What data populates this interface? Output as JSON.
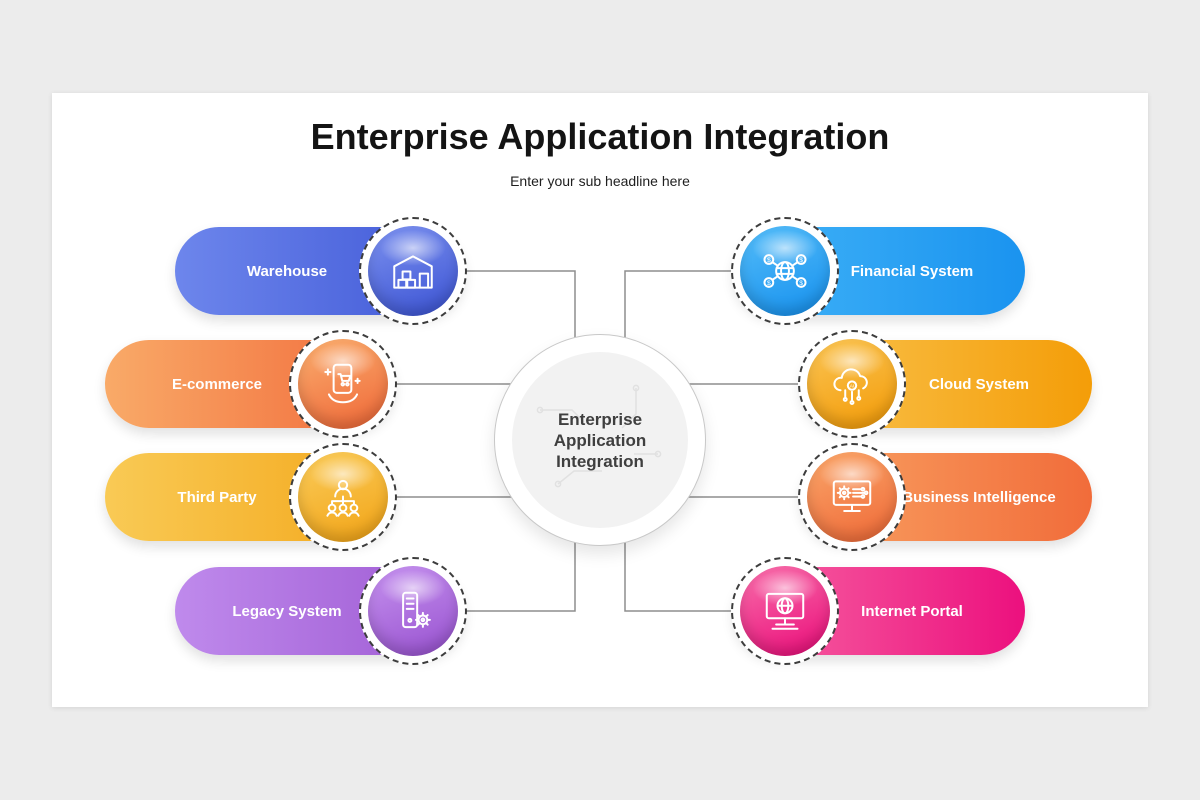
{
  "header": {
    "title": "Enterprise Application Integration",
    "subtitle": "Enter your sub headline here"
  },
  "center_node": {
    "lines": [
      "Enterprise",
      "Application",
      "Integration"
    ]
  },
  "colors": {
    "page_bg": "#ececec",
    "slide_bg": "#ffffff",
    "connector": "#8e8e8e",
    "dashed_ring": "#3d3d3d",
    "center_text": "#3f3f3f"
  },
  "nodes": {
    "left": [
      {
        "label": "Warehouse",
        "icon": "warehouse-icon",
        "pill": {
          "from": "#6d86ec",
          "to": "#3f57d6"
        },
        "circle": {
          "from": "#7d92ef",
          "to": "#3a52d3",
          "angle": "160deg"
        }
      },
      {
        "label": "E-commerce",
        "icon": "ecommerce-icon",
        "pill": {
          "from": "#f9aa68",
          "to": "#f16a3a"
        },
        "circle": {
          "from": "#faaf70",
          "to": "#ef6636",
          "angle": "160deg"
        }
      },
      {
        "label": "Third Party",
        "icon": "third-party-icon",
        "pill": {
          "from": "#f9ca55",
          "to": "#f3a71b"
        },
        "circle": {
          "from": "#facc5c",
          "to": "#f2a314",
          "angle": "160deg"
        }
      },
      {
        "label": "Legacy System",
        "icon": "legacy-system-icon",
        "pill": {
          "from": "#bf8aec",
          "to": "#9d58d2"
        },
        "circle": {
          "from": "#c693ef",
          "to": "#9750cf",
          "angle": "160deg"
        }
      }
    ],
    "right": [
      {
        "label": "Financial System",
        "icon": "financial-system-icon",
        "pill": {
          "from": "#42b4f8",
          "to": "#1a93ef"
        },
        "circle": {
          "from": "#55bdf9",
          "to": "#1590ee",
          "angle": "160deg"
        }
      },
      {
        "label": "Cloud System",
        "icon": "cloud-system-icon",
        "pill": {
          "from": "#f9c24d",
          "to": "#f49d08"
        },
        "circle": {
          "from": "#fac556",
          "to": "#f39a05",
          "angle": "160deg"
        }
      },
      {
        "label": "Business Intelligence",
        "icon": "business-intelligence-icon",
        "pill": {
          "from": "#f9a263",
          "to": "#f16c3a"
        },
        "circle": {
          "from": "#faa76b",
          "to": "#ef6836",
          "angle": "160deg"
        }
      },
      {
        "label": "Internet Portal",
        "icon": "internet-portal-icon",
        "pill": {
          "from": "#f766a4",
          "to": "#ec107e"
        },
        "circle": {
          "from": "#f870ab",
          "to": "#ea0b79",
          "angle": "160deg"
        }
      }
    ]
  }
}
